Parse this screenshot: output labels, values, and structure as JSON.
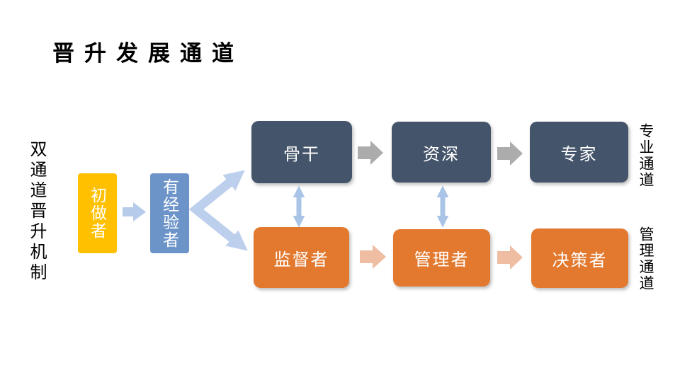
{
  "slide": {
    "title": "晋升发展通道",
    "left_caption": "双通道晋升机制"
  },
  "entry_path": {
    "nodes": [
      {
        "label": "初做者"
      },
      {
        "label": "有经验者"
      }
    ]
  },
  "professional_track": {
    "side_label": "专业通道",
    "nodes": [
      {
        "label": "骨干"
      },
      {
        "label": "资深"
      },
      {
        "label": "专家"
      }
    ]
  },
  "management_track": {
    "side_label": "管理通道",
    "nodes": [
      {
        "label": "监督者"
      },
      {
        "label": "管理者"
      },
      {
        "label": "决策者"
      }
    ]
  },
  "colors": {
    "background": "#FFFFFF",
    "title_text": "#000000",
    "node_text": "#FFFFFF",
    "beginner_node": "#FFC000",
    "experienced_node": "#6D94C9",
    "professional_node": "#44546A",
    "management_node": "#E2792F",
    "entry_arrow": "#B5CBE9",
    "branch_arrow": "#BCCFEC",
    "vertical_arrow": "#A9C4E6",
    "professional_arrow": "#ACACAC",
    "management_arrow": "#EFBDA2"
  }
}
